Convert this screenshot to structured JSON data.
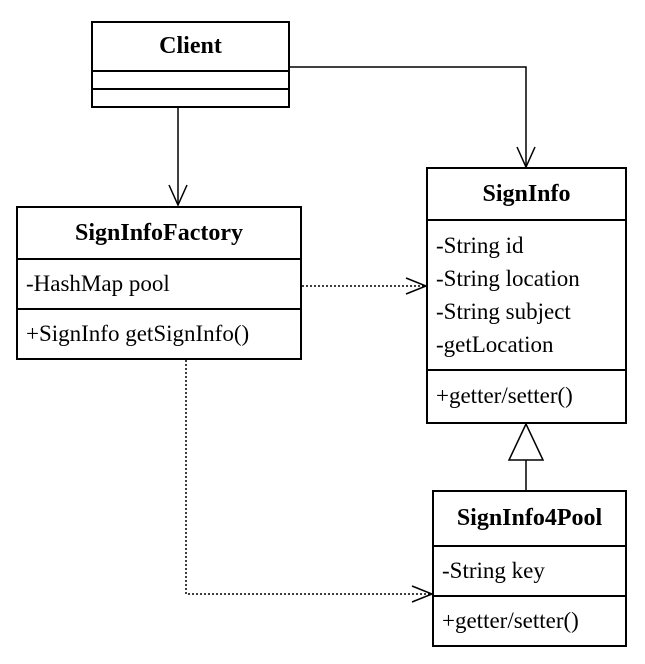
{
  "classes": {
    "client": {
      "name": "Client",
      "attributes": [],
      "operations": []
    },
    "factory": {
      "name": "SignInfoFactory",
      "attributes": [
        "-HashMap pool"
      ],
      "operations": [
        "+SignInfo getSignInfo()"
      ]
    },
    "signinfo": {
      "name": "SignInfo",
      "attributes": [
        "-String id",
        "-String location",
        "-String subject",
        "-getLocation"
      ],
      "operations": [
        "+getter/setter()"
      ]
    },
    "pool": {
      "name": "SignInfo4Pool",
      "attributes": [
        "-String key"
      ],
      "operations": [
        "+getter/setter()"
      ]
    }
  },
  "relationships": [
    {
      "from": "Client",
      "to": "SignInfoFactory",
      "kind": "association"
    },
    {
      "from": "Client",
      "to": "SignInfo",
      "kind": "association"
    },
    {
      "from": "SignInfoFactory",
      "to": "SignInfo",
      "kind": "dependency"
    },
    {
      "from": "SignInfoFactory",
      "to": "SignInfo4Pool",
      "kind": "dependency"
    },
    {
      "from": "SignInfo4Pool",
      "to": "SignInfo",
      "kind": "generalization"
    }
  ]
}
